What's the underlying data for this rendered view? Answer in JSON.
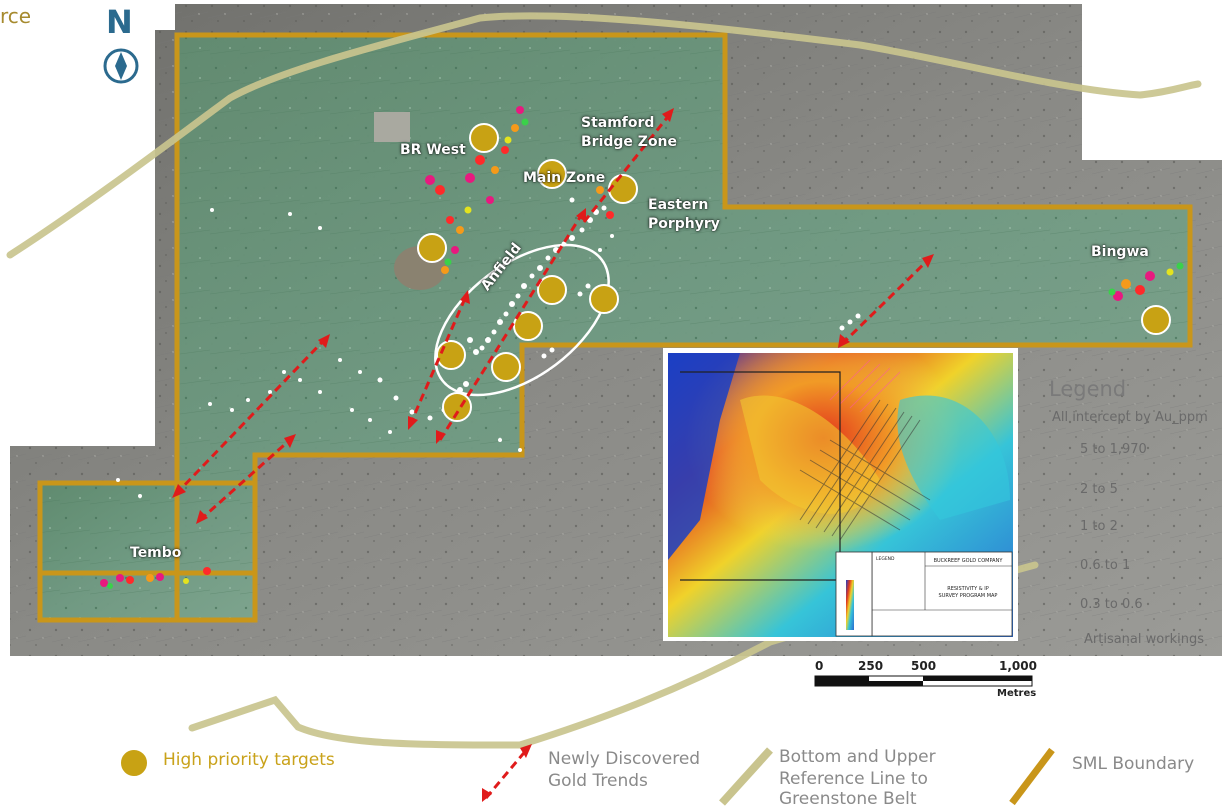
{
  "top_left_partial": "rce",
  "north_arrow_letter": "N",
  "area_labels": {
    "br_west": "BR West",
    "stamford_line1": "Stamford",
    "stamford_line2": "Bridge Zone",
    "main_zone": "Main Zone",
    "eastern_line1": "Eastern",
    "eastern_line2": "Porphyry",
    "anfield": "Anfield",
    "bingwa": "Bingwa",
    "tembo": "Tembo"
  },
  "legend": {
    "title": "Legend",
    "subtitle": "All intercept by Au_ppm",
    "entries": [
      "5 to 1,970",
      "2 to 5",
      "1 to 2",
      "0.6 to 1",
      "0.3 to 0.6",
      "Artisanal workings"
    ]
  },
  "scale_bar": {
    "ticks": [
      "0",
      "250",
      "500",
      "1,000"
    ],
    "unit": "Metres"
  },
  "bottom_legend": {
    "targets": "High priority targets",
    "trends_line1": "Newly Discovered",
    "trends_line2": "Gold Trends",
    "ref_line1": "Bottom and Upper",
    "ref_line2": "Reference Line to",
    "ref_line3": "Greenstone Belt",
    "sml": "SML Boundary"
  },
  "inset": {
    "company": "BUCKREEF GOLD COMPANY",
    "title_line1": "RESISTIVITY & IP",
    "title_line2": "SURVEY PROGRAM MAP",
    "legend_word": "LEGEND"
  },
  "colors": {
    "sml_boundary": "#c9961a",
    "target_fill": "#c8a214",
    "trend_arrow": "#e01b1b",
    "reference_line": "#c9c48e",
    "north_arrow": "#2b6a8e",
    "target_label": "#c9a21a"
  }
}
